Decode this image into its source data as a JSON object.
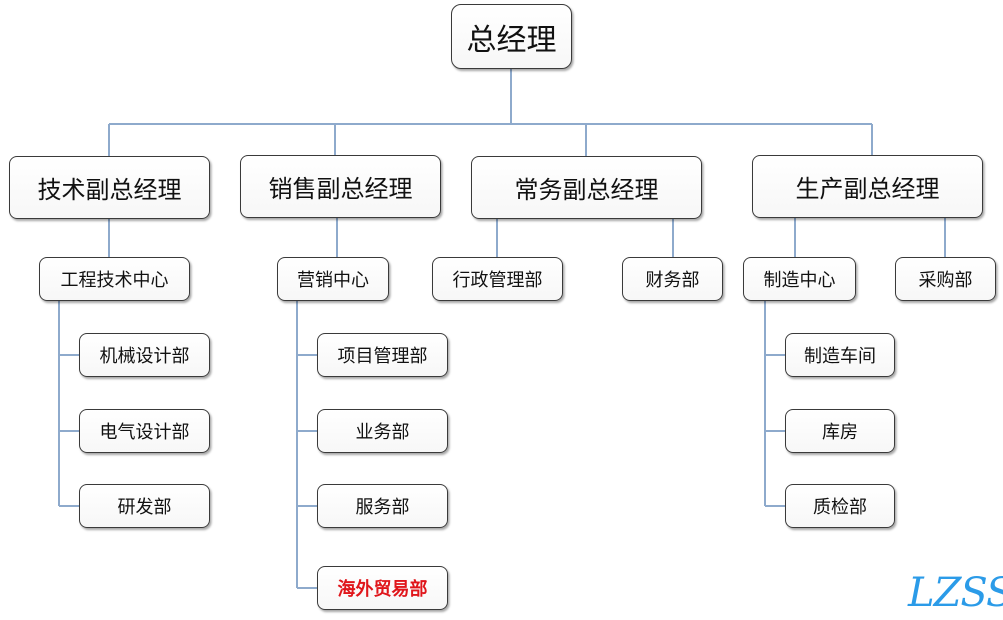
{
  "org_chart": {
    "line_color": "#8eaacc",
    "highlight_color": "#e0161b",
    "root": "总经理",
    "branches": [
      {
        "title": "技术副总经理",
        "departments": [
          {
            "name": "工程技术中心",
            "units": [
              "机械设计部",
              "电气设计部",
              "研发部"
            ]
          }
        ]
      },
      {
        "title": "销售副总经理",
        "departments": [
          {
            "name": "营销中心",
            "units": [
              "项目管理部",
              "业务部",
              "服务部",
              "海外贸易部"
            ],
            "highlighted_unit": "海外贸易部"
          }
        ]
      },
      {
        "title": "常务副总经理",
        "departments": [
          {
            "name": "行政管理部",
            "units": []
          },
          {
            "name": "财务部",
            "units": []
          }
        ]
      },
      {
        "title": "生产副总经理",
        "departments": [
          {
            "name": "制造中心",
            "units": [
              "制造车间",
              "库房",
              "质检部"
            ]
          },
          {
            "name": "采购部",
            "units": []
          }
        ]
      }
    ]
  },
  "watermark": {
    "text": "LZSS",
    "color": "#2b9be8"
  }
}
